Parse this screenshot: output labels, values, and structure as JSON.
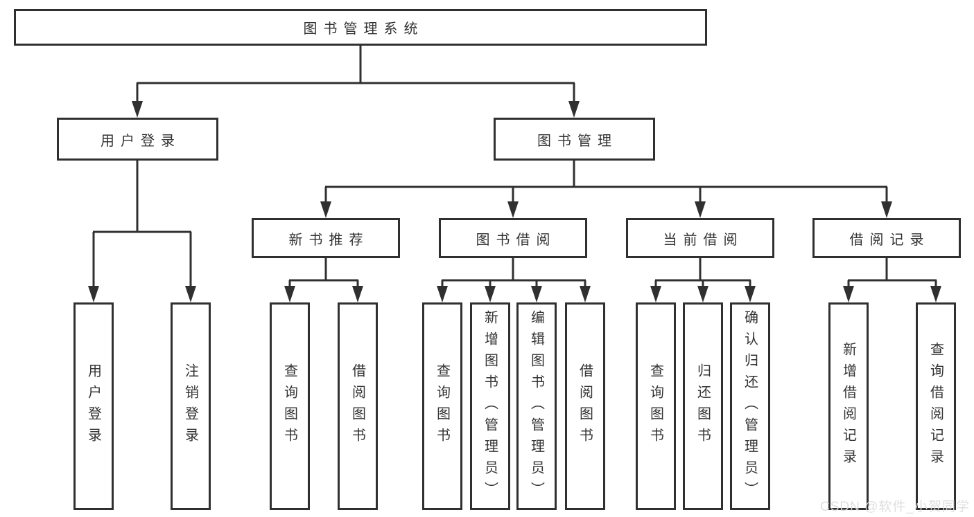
{
  "diagram": {
    "root": {
      "label": "图书管理系统"
    },
    "branches": [
      {
        "label": "用户登录",
        "children": [
          {
            "label": "用户登录"
          },
          {
            "label": "注销登录"
          }
        ]
      },
      {
        "label": "图书管理",
        "children": [
          {
            "label": "新书推荐",
            "children": [
              {
                "label": "查询图书"
              },
              {
                "label": "借阅图书"
              }
            ]
          },
          {
            "label": "图书借阅",
            "children": [
              {
                "label": "查询图书"
              },
              {
                "label": "新增图书（管理员）"
              },
              {
                "label": "编辑图书（管理员）"
              },
              {
                "label": "借阅图书"
              }
            ]
          },
          {
            "label": "当前借阅",
            "children": [
              {
                "label": "查询图书"
              },
              {
                "label": "归还图书"
              },
              {
                "label": "确认归还（管理员）"
              }
            ]
          },
          {
            "label": "借阅记录",
            "children": [
              {
                "label": "新增借阅记录"
              },
              {
                "label": "查询借阅记录"
              }
            ]
          }
        ]
      }
    ]
  },
  "watermark": {
    "text": "CSDN @软件_小贺同学"
  },
  "colors": {
    "line": "#303030",
    "text": "#333333",
    "background": "#ffffff",
    "watermark": "#dddddd"
  }
}
